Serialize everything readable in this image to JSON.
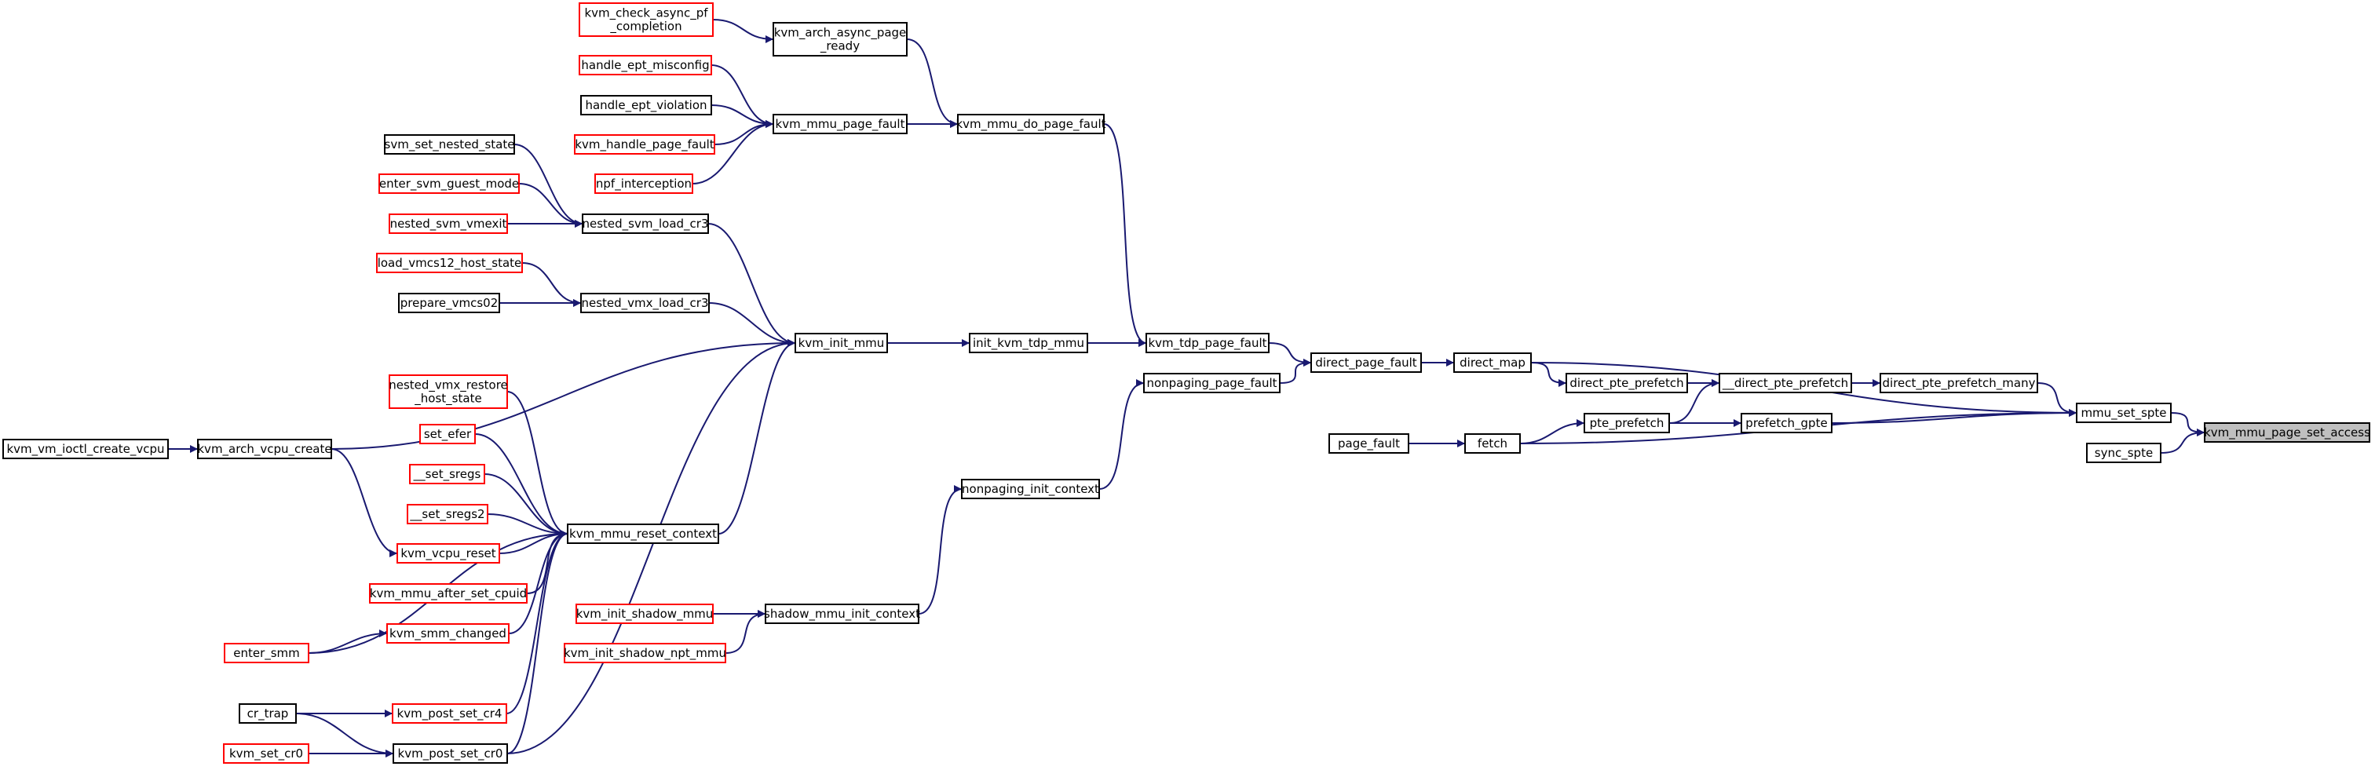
{
  "nodes": [
    {
      "id": "kvm_mmu_page_set_access",
      "lines": [
        "kvm_mmu_page_set_access"
      ],
      "kind": "gray"
    },
    {
      "id": "mmu_set_spte",
      "lines": [
        "mmu_set_spte"
      ],
      "kind": "black"
    },
    {
      "id": "sync_spte",
      "lines": [
        "sync_spte"
      ],
      "kind": "black"
    },
    {
      "id": "direct_map",
      "lines": [
        "direct_map"
      ],
      "kind": "black"
    },
    {
      "id": "direct_pte_prefetch_many",
      "lines": [
        "direct_pte_prefetch_many"
      ],
      "kind": "black"
    },
    {
      "id": "prefetch_gpte",
      "lines": [
        "prefetch_gpte"
      ],
      "kind": "black"
    },
    {
      "id": "fetch",
      "lines": [
        "fetch"
      ],
      "kind": "black"
    },
    {
      "id": "page_fault",
      "lines": [
        "page_fault"
      ],
      "kind": "black"
    },
    {
      "id": "__direct_pte_prefetch",
      "lines": [
        "__direct_pte_prefetch"
      ],
      "kind": "black"
    },
    {
      "id": "direct_pte_prefetch",
      "lines": [
        "direct_pte_prefetch"
      ],
      "kind": "black"
    },
    {
      "id": "pte_prefetch",
      "lines": [
        "pte_prefetch"
      ],
      "kind": "black"
    },
    {
      "id": "direct_page_fault",
      "lines": [
        "direct_page_fault"
      ],
      "kind": "black"
    },
    {
      "id": "kvm_tdp_page_fault",
      "lines": [
        "kvm_tdp_page_fault"
      ],
      "kind": "black"
    },
    {
      "id": "nonpaging_page_fault",
      "lines": [
        "nonpaging_page_fault"
      ],
      "kind": "black"
    },
    {
      "id": "kvm_mmu_do_page_fault",
      "lines": [
        "kvm_mmu_do_page_fault"
      ],
      "kind": "black"
    },
    {
      "id": "init_kvm_tdp_mmu",
      "lines": [
        "init_kvm_tdp_mmu"
      ],
      "kind": "black"
    },
    {
      "id": "nonpaging_init_context",
      "lines": [
        "nonpaging_init_context"
      ],
      "kind": "black"
    },
    {
      "id": "kvm_arch_async_page_ready",
      "lines": [
        "kvm_arch_async_page",
        "_ready"
      ],
      "kind": "black"
    },
    {
      "id": "kvm_mmu_page_fault",
      "lines": [
        "kvm_mmu_page_fault"
      ],
      "kind": "black"
    },
    {
      "id": "kvm_check_async_pf_completion",
      "lines": [
        "kvm_check_async_pf",
        "_completion"
      ],
      "kind": "red"
    },
    {
      "id": "handle_ept_misconfig",
      "lines": [
        "handle_ept_misconfig"
      ],
      "kind": "red"
    },
    {
      "id": "handle_ept_violation",
      "lines": [
        "handle_ept_violation"
      ],
      "kind": "black"
    },
    {
      "id": "kvm_handle_page_fault",
      "lines": [
        "kvm_handle_page_fault"
      ],
      "kind": "red"
    },
    {
      "id": "npf_interception",
      "lines": [
        "npf_interception"
      ],
      "kind": "red"
    },
    {
      "id": "kvm_init_mmu",
      "lines": [
        "kvm_init_mmu"
      ],
      "kind": "black"
    },
    {
      "id": "shadow_mmu_init_context",
      "lines": [
        "shadow_mmu_init_context"
      ],
      "kind": "black"
    },
    {
      "id": "kvm_arch_vcpu_create",
      "lines": [
        "kvm_arch_vcpu_create"
      ],
      "kind": "black"
    },
    {
      "id": "kvm_mmu_reset_context",
      "lines": [
        "kvm_mmu_reset_context"
      ],
      "kind": "black"
    },
    {
      "id": "nested_svm_load_cr3",
      "lines": [
        "nested_svm_load_cr3"
      ],
      "kind": "black"
    },
    {
      "id": "nested_vmx_load_cr3",
      "lines": [
        "nested_vmx_load_cr3"
      ],
      "kind": "black"
    },
    {
      "id": "kvm_vm_ioctl_create_vcpu",
      "lines": [
        "kvm_vm_ioctl_create_vcpu"
      ],
      "kind": "black"
    },
    {
      "id": "kvm_post_set_cr0",
      "lines": [
        "kvm_post_set_cr0"
      ],
      "kind": "black"
    },
    {
      "id": "kvm_set_cr0",
      "lines": [
        "kvm_set_cr0"
      ],
      "kind": "red"
    },
    {
      "id": "cr_trap",
      "lines": [
        "cr_trap"
      ],
      "kind": "black"
    },
    {
      "id": "kvm_post_set_cr4",
      "lines": [
        "kvm_post_set_cr4"
      ],
      "kind": "red"
    },
    {
      "id": "kvm_mmu_after_set_cpuid",
      "lines": [
        "kvm_mmu_after_set_cpuid"
      ],
      "kind": "red"
    },
    {
      "id": "kvm_smm_changed",
      "lines": [
        "kvm_smm_changed"
      ],
      "kind": "red"
    },
    {
      "id": "enter_smm",
      "lines": [
        "enter_smm"
      ],
      "kind": "red"
    },
    {
      "id": "kvm_vcpu_reset",
      "lines": [
        "kvm_vcpu_reset"
      ],
      "kind": "red"
    },
    {
      "id": "nested_vmx_restore_host_state",
      "lines": [
        "nested_vmx_restore",
        "_host_state"
      ],
      "kind": "red"
    },
    {
      "id": "set_efer",
      "lines": [
        "set_efer"
      ],
      "kind": "red"
    },
    {
      "id": "__set_sregs",
      "lines": [
        "__set_sregs"
      ],
      "kind": "red"
    },
    {
      "id": "__set_sregs2",
      "lines": [
        "__set_sregs2"
      ],
      "kind": "red"
    },
    {
      "id": "svm_set_nested_state",
      "lines": [
        "svm_set_nested_state"
      ],
      "kind": "black"
    },
    {
      "id": "enter_svm_guest_mode",
      "lines": [
        "enter_svm_guest_mode"
      ],
      "kind": "red"
    },
    {
      "id": "nested_svm_vmexit",
      "lines": [
        "nested_svm_vmexit"
      ],
      "kind": "red"
    },
    {
      "id": "load_vmcs12_host_state",
      "lines": [
        "load_vmcs12_host_state"
      ],
      "kind": "red"
    },
    {
      "id": "prepare_vmcs02",
      "lines": [
        "prepare_vmcs02"
      ],
      "kind": "black"
    },
    {
      "id": "kvm_init_shadow_mmu",
      "lines": [
        "kvm_init_shadow_mmu"
      ],
      "kind": "red"
    },
    {
      "id": "kvm_init_shadow_npt_mmu",
      "lines": [
        "kvm_init_shadow_npt_mmu"
      ],
      "kind": "red"
    }
  ],
  "edges": [
    [
      "kvm_mmu_page_set_access",
      "mmu_set_spte"
    ],
    [
      "kvm_mmu_page_set_access",
      "sync_spte"
    ],
    [
      "mmu_set_spte",
      "direct_map"
    ],
    [
      "mmu_set_spte",
      "direct_pte_prefetch_many"
    ],
    [
      "mmu_set_spte",
      "prefetch_gpte"
    ],
    [
      "mmu_set_spte",
      "fetch"
    ],
    [
      "direct_pte_prefetch_many",
      "__direct_pte_prefetch"
    ],
    [
      "prefetch_gpte",
      "pte_prefetch"
    ],
    [
      "fetch",
      "page_fault"
    ],
    [
      "pte_prefetch",
      "fetch"
    ],
    [
      "__direct_pte_prefetch",
      "direct_pte_prefetch"
    ],
    [
      "__direct_pte_prefetch",
      "pte_prefetch"
    ],
    [
      "direct_pte_prefetch",
      "direct_map"
    ],
    [
      "direct_map",
      "direct_page_fault"
    ],
    [
      "direct_page_fault",
      "kvm_tdp_page_fault"
    ],
    [
      "direct_page_fault",
      "nonpaging_page_fault"
    ],
    [
      "kvm_tdp_page_fault",
      "kvm_mmu_do_page_fault"
    ],
    [
      "kvm_tdp_page_fault",
      "init_kvm_tdp_mmu"
    ],
    [
      "nonpaging_page_fault",
      "nonpaging_init_context"
    ],
    [
      "kvm_mmu_do_page_fault",
      "kvm_arch_async_page_ready"
    ],
    [
      "kvm_mmu_do_page_fault",
      "kvm_mmu_page_fault"
    ],
    [
      "kvm_arch_async_page_ready",
      "kvm_check_async_pf_completion"
    ],
    [
      "kvm_mmu_page_fault",
      "handle_ept_misconfig"
    ],
    [
      "kvm_mmu_page_fault",
      "handle_ept_violation"
    ],
    [
      "kvm_mmu_page_fault",
      "kvm_handle_page_fault"
    ],
    [
      "kvm_mmu_page_fault",
      "npf_interception"
    ],
    [
      "init_kvm_tdp_mmu",
      "kvm_init_mmu"
    ],
    [
      "nonpaging_init_context",
      "shadow_mmu_init_context"
    ],
    [
      "shadow_mmu_init_context",
      "kvm_init_shadow_mmu"
    ],
    [
      "shadow_mmu_init_context",
      "kvm_init_shadow_npt_mmu"
    ],
    [
      "kvm_init_mmu",
      "kvm_arch_vcpu_create"
    ],
    [
      "kvm_init_mmu",
      "kvm_mmu_reset_context"
    ],
    [
      "kvm_init_mmu",
      "nested_svm_load_cr3"
    ],
    [
      "kvm_init_mmu",
      "nested_vmx_load_cr3"
    ],
    [
      "kvm_init_mmu",
      "kvm_post_set_cr0"
    ],
    [
      "kvm_arch_vcpu_create",
      "kvm_vm_ioctl_create_vcpu"
    ],
    [
      "kvm_post_set_cr0",
      "kvm_set_cr0"
    ],
    [
      "kvm_post_set_cr0",
      "cr_trap"
    ],
    [
      "nested_svm_load_cr3",
      "svm_set_nested_state"
    ],
    [
      "nested_svm_load_cr3",
      "enter_svm_guest_mode"
    ],
    [
      "nested_svm_load_cr3",
      "nested_svm_vmexit"
    ],
    [
      "nested_vmx_load_cr3",
      "load_vmcs12_host_state"
    ],
    [
      "nested_vmx_load_cr3",
      "prepare_vmcs02"
    ],
    [
      "kvm_mmu_reset_context",
      "nested_vmx_restore_host_state"
    ],
    [
      "kvm_mmu_reset_context",
      "set_efer"
    ],
    [
      "kvm_mmu_reset_context",
      "__set_sregs"
    ],
    [
      "kvm_mmu_reset_context",
      "__set_sregs2"
    ],
    [
      "kvm_mmu_reset_context",
      "kvm_vcpu_reset"
    ],
    [
      "kvm_mmu_reset_context",
      "kvm_mmu_after_set_cpuid"
    ],
    [
      "kvm_mmu_reset_context",
      "kvm_smm_changed"
    ],
    [
      "kvm_mmu_reset_context",
      "enter_smm"
    ],
    [
      "kvm_mmu_reset_context",
      "kvm_post_set_cr4"
    ],
    [
      "kvm_mmu_reset_context",
      "kvm_post_set_cr0"
    ],
    [
      "kvm_vcpu_reset",
      "kvm_arch_vcpu_create"
    ],
    [
      "kvm_smm_changed",
      "enter_smm"
    ],
    [
      "kvm_post_set_cr4",
      "cr_trap"
    ]
  ]
}
